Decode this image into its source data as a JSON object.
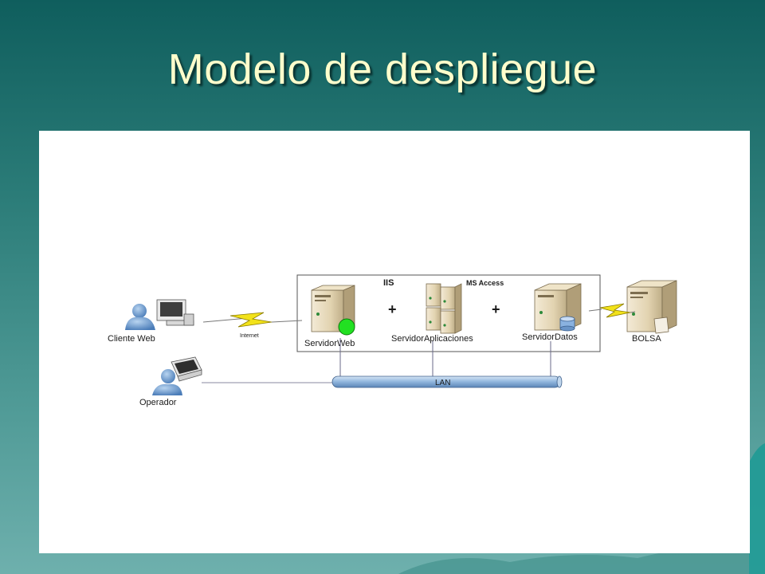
{
  "slide": {
    "title": "Modelo de despliegue"
  },
  "diagram": {
    "group_label_iis": "IIS",
    "group_label_access": "MS Access",
    "plus": "+",
    "nodes": {
      "client": "Cliente Web",
      "operator": "Operador",
      "web_server": "ServidorWeb",
      "app_server": "ServidorAplicaciones",
      "data_server": "ServidorDatos",
      "bolsa": "BOLSA"
    },
    "links": {
      "internet": "Internet",
      "lan": "LAN"
    }
  }
}
